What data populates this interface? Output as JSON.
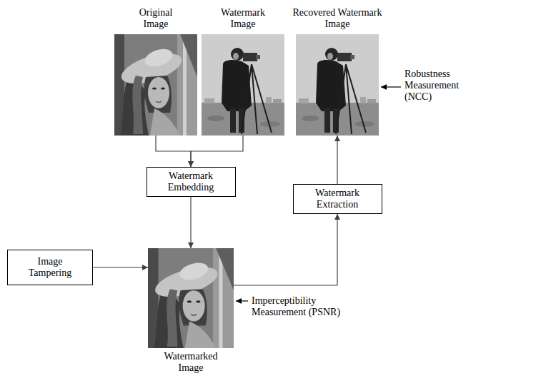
{
  "diagram": {
    "nodes": [
      {
        "text": [
          "Original Image"
        ]
      },
      {
        "text": [
          "Watermark Image"
        ]
      },
      {
        "text": [
          "Recovered Watermark Image"
        ]
      },
      {
        "text": [
          "Watermark Embedding"
        ]
      },
      {
        "text": [
          "Watermark Extraction"
        ]
      },
      {
        "text": [
          "Image Tampering"
        ]
      },
      {
        "text": [
          "Watermarked Image"
        ]
      }
    ],
    "edges": [
      {
        "from": 0,
        "to": 3,
        "arrow": "to"
      },
      {
        "from": 1,
        "to": 3,
        "arrow": "to"
      },
      {
        "from": 3,
        "to": 6,
        "arrow": "to"
      },
      {
        "from": 5,
        "to": 6,
        "arrow": "to"
      },
      {
        "from": 6,
        "to": 4,
        "arrow": "to"
      },
      {
        "from": 4,
        "to": 2,
        "arrow": "to"
      }
    ],
    "labels": [
      "Robustness Measurement (NCC)",
      "Imperceptibility Measurement (PSNR)"
    ]
  }
}
